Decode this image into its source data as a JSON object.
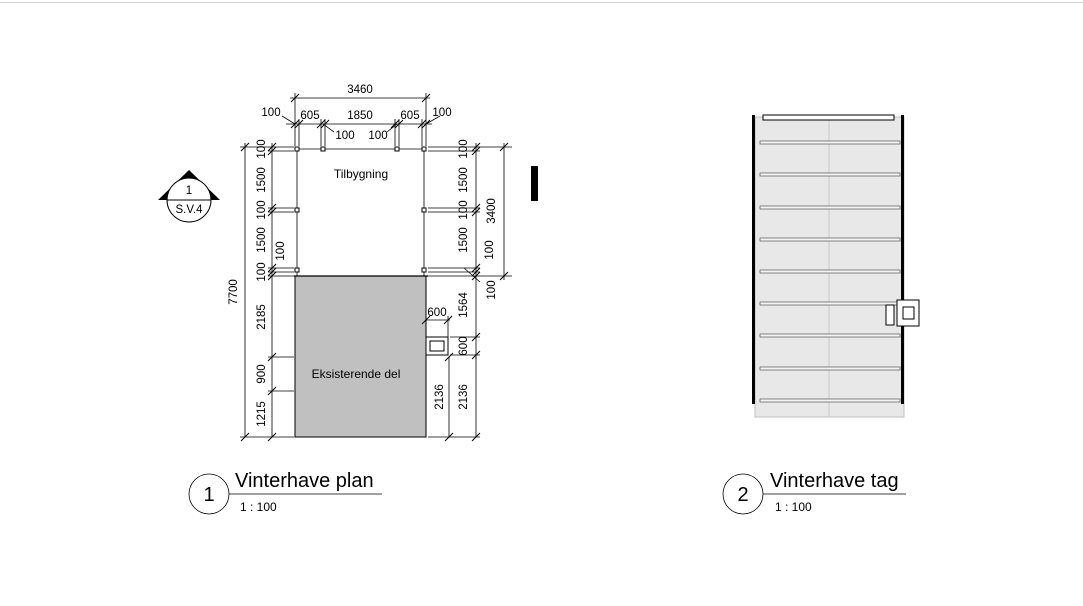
{
  "plan": {
    "title": "Vinterhave plan",
    "number": "1",
    "scale": "1 : 100",
    "room_new": "Tilbygning",
    "room_existing": "Eksisterende del",
    "section_marker": {
      "number": "1",
      "sheet": "S.V.4"
    },
    "dims_top": {
      "overall": "3460",
      "left_edge": "100",
      "left_bay": "605",
      "middle": "1850",
      "right_bay": "605",
      "right_edge": "100",
      "inner_left": "100",
      "inner_right": "100"
    },
    "dims_left": {
      "overall": "7700",
      "seg_top": "100",
      "seg_1500_a": "1500",
      "seg_mid": "100",
      "seg_1500_b": "1500",
      "seg_inner": "100",
      "seg_bottom_post": "100",
      "seg_2185": "2185",
      "seg_900": "900",
      "seg_1215": "1215"
    },
    "dims_right": {
      "seg_top": "100",
      "seg_1500_a": "1500",
      "seg_mid": "100",
      "seg_1500_b": "1500",
      "seg_inner": "100",
      "seg_bottom": "100",
      "span_3400": "3400",
      "seg_1564": "1564",
      "seg_600_v": "600",
      "seg_600_h": "600",
      "seg_2136_a": "2136",
      "seg_2136_b": "2136"
    }
  },
  "roof": {
    "title": "Vinterhave tag",
    "number": "2",
    "scale": "1 : 100"
  },
  "colors": {
    "existing_fill": "#c0c0c0",
    "roof_fill": "#e8e8e8",
    "line": "#000000"
  }
}
